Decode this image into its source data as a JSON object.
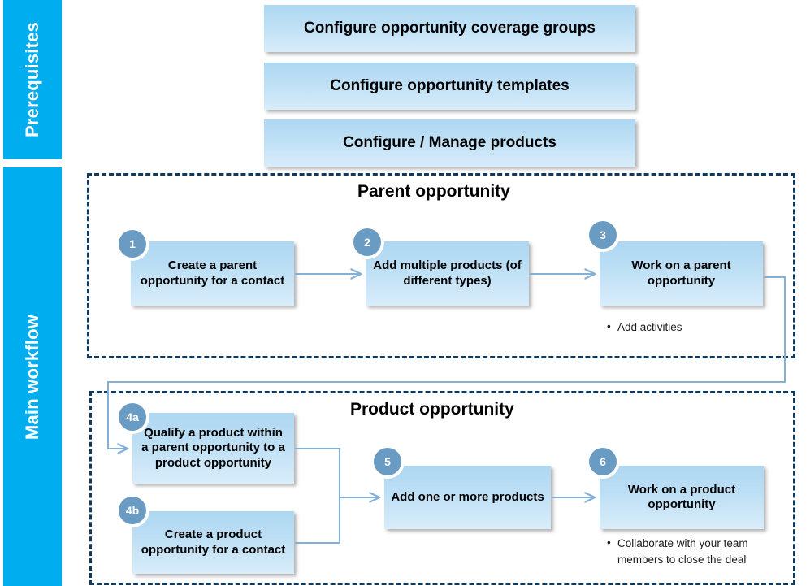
{
  "diagram": {
    "bands": [
      {
        "id": "prerequisites",
        "label": "Prerequisites",
        "color": "#00AEEF"
      },
      {
        "id": "main-workflow",
        "label": "Main workflow",
        "color": "#00AEEF"
      }
    ],
    "prerequisites": [
      {
        "id": "prereq-1",
        "label": "Configure opportunity coverage groups"
      },
      {
        "id": "prereq-2",
        "label": "Configure opportunity templates"
      },
      {
        "id": "prereq-3",
        "label": "Configure / Manage products"
      }
    ],
    "groups": [
      {
        "id": "parent-opportunity",
        "title": "Parent opportunity"
      },
      {
        "id": "product-opportunity",
        "title": "Product opportunity"
      }
    ],
    "steps": [
      {
        "id": "step-1",
        "number": "1",
        "label": "Create a parent opportunity for a contact"
      },
      {
        "id": "step-2",
        "number": "2",
        "label": "Add multiple products (of different types)"
      },
      {
        "id": "step-3",
        "number": "3",
        "label": "Work on a parent opportunity"
      },
      {
        "id": "step-4a",
        "number": "4a",
        "label": "Qualify a product within a parent opportunity to a product opportunity"
      },
      {
        "id": "step-4b",
        "number": "4b",
        "label": "Create a product opportunity for a contact"
      },
      {
        "id": "step-5",
        "number": "5",
        "label": "Add one or more products"
      },
      {
        "id": "step-6",
        "number": "6",
        "label": "Work on a product opportunity"
      }
    ],
    "bullets": {
      "step_3": [
        "Add activities"
      ],
      "step_6": [
        "Collaborate with your team members to close the deal"
      ]
    },
    "colors": {
      "band": "#00AEEF",
      "box_gradient_top": "#AED7F2",
      "box_gradient_bottom": "#D9EDFA",
      "badge": "#6A9BC3",
      "dashed_border": "#103A5D",
      "connector": "#84B0D6",
      "text": "#000000",
      "background": "#FFFFFF"
    }
  }
}
